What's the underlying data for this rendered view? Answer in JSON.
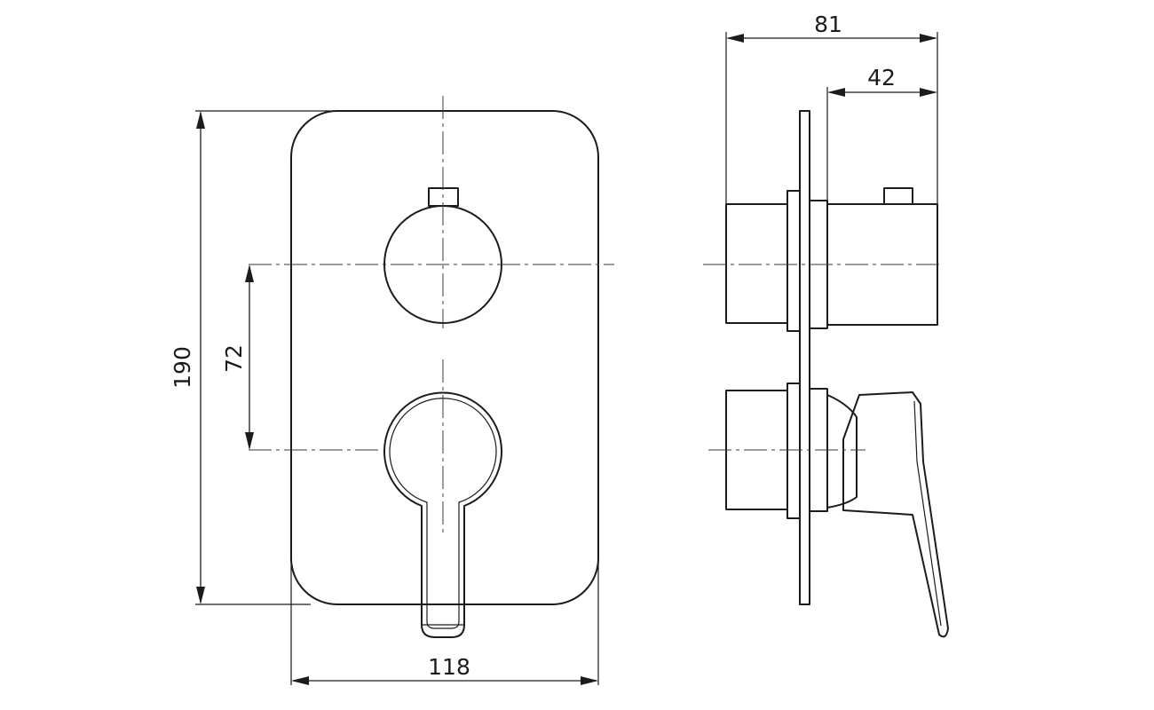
{
  "drawing": {
    "dimensions": {
      "total_width": "118",
      "total_height": "190",
      "handle_spacing": "72",
      "total_depth": "81",
      "cartridge_depth": "42"
    }
  }
}
